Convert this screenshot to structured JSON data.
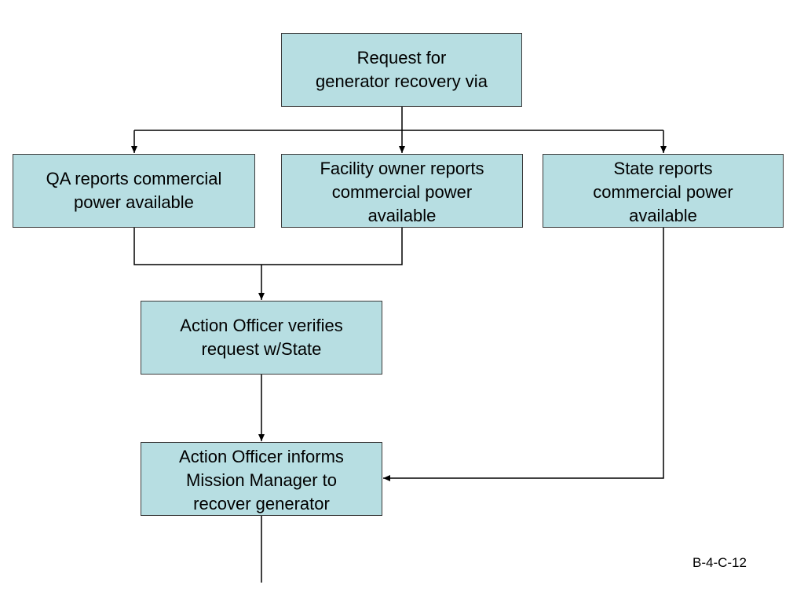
{
  "nodes": {
    "request": "Request for\ngenerator recovery via",
    "qa": "QA reports commercial\npower available",
    "facility": "Facility owner reports\ncommercial power\navailable",
    "state": "State reports\ncommercial power\navailable",
    "verify": "Action Officer verifies\nrequest w/State",
    "inform": "Action Officer informs\nMission Manager to\nrecover generator"
  },
  "page_code": "B-4-C-12",
  "colors": {
    "node_fill": "#b7dee2",
    "node_border": "#3a3a3a",
    "connector": "#000000"
  }
}
